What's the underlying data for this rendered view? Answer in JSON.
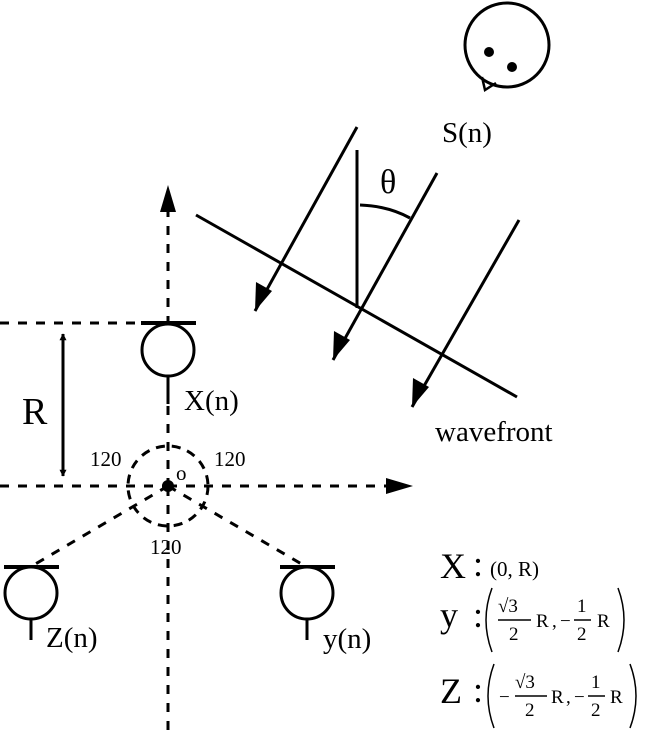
{
  "source_label": "S(n)",
  "theta_label": "θ",
  "wavefront_label": "wavefront",
  "radius_label": "R",
  "origin_label": "o",
  "angle_labels": [
    "120",
    "120",
    "120"
  ],
  "mic_labels": {
    "x": "X(n)",
    "y": "y(n)",
    "z": "Z(n)"
  },
  "coordinates": {
    "x": {
      "var": "X",
      "sep": ":",
      "value": "(0, R)"
    },
    "y": {
      "var": "y",
      "sep": ":",
      "sqrt3": "√3",
      "two": "2",
      "one": "1",
      "r": "R",
      "comma": ",",
      "minus": "−"
    },
    "z": {
      "var": "Z",
      "sep": ":",
      "sqrt3": "√3",
      "two": "2",
      "one": "1",
      "r": "R",
      "comma": ",",
      "minus": "−"
    }
  }
}
